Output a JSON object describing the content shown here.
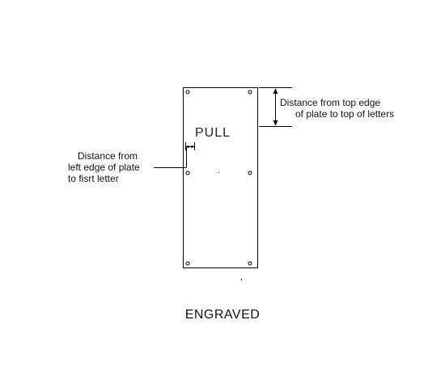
{
  "plate": {
    "letters": "PULL"
  },
  "annotations": {
    "top_distance": [
      "Distance from top edge",
      "of plate to top of letters"
    ],
    "left_distance": [
      "Distance from",
      "left edge of plate",
      "to fisrt letter"
    ]
  },
  "caption": "ENGRAVED",
  "colors": {
    "line": "#000000",
    "text": "#111111"
  }
}
